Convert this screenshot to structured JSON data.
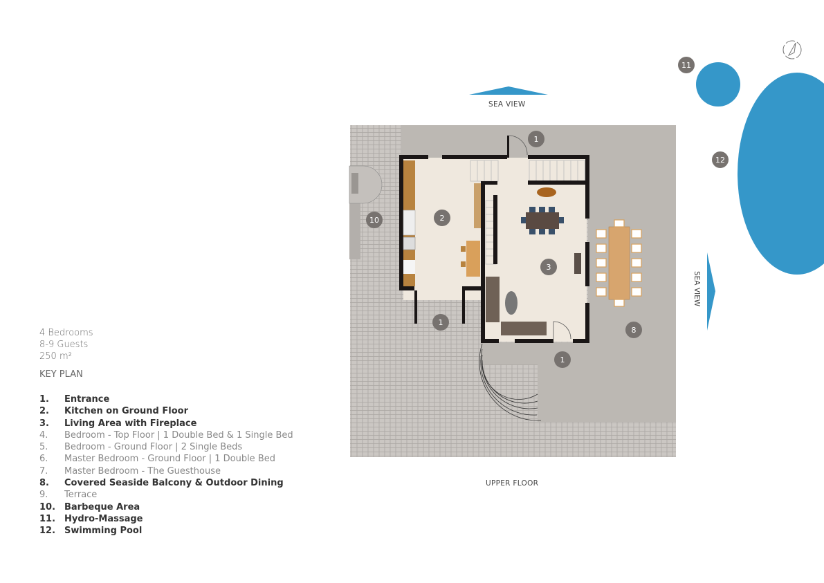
{
  "summary": {
    "bedrooms": "4 Bedrooms",
    "guests": "8-9 Guests",
    "area": "250 m²"
  },
  "key_title": "KEY PLAN",
  "key_items": [
    {
      "num": "1.",
      "label": "Entrance",
      "bold": true
    },
    {
      "num": "2.",
      "label": "Kitchen on Ground Floor",
      "bold": true
    },
    {
      "num": "3.",
      "label": "Living Area with Fireplace",
      "bold": true
    },
    {
      "num": "4.",
      "label": "Bedroom - Top Floor | 1 Double Bed & 1 Single Bed",
      "bold": false
    },
    {
      "num": "5.",
      "label": "Bedroom - Ground Floor | 2 Single Beds",
      "bold": false
    },
    {
      "num": "6.",
      "label": "Master Bedroom - Ground Floor | 1 Double Bed",
      "bold": false
    },
    {
      "num": "7.",
      "label": "Master Bedroom - The Guesthouse",
      "bold": false
    },
    {
      "num": "8.",
      "label": "Covered Seaside Balcony & Outdoor Dining",
      "bold": true
    },
    {
      "num": "9.",
      "label": "Terrace",
      "bold": false
    },
    {
      "num": "10.",
      "label": "Barbeque Area",
      "bold": true
    },
    {
      "num": "11.",
      "label": "Hydro-Massage",
      "bold": true
    },
    {
      "num": "12.",
      "label": "Swimming Pool",
      "bold": true
    }
  ],
  "plan": {
    "floor_label": "UPPER FLOOR",
    "sea_view_top": "SEA VIEW",
    "sea_view_right": "SEA VIEW",
    "markers": [
      "1",
      "1",
      "1",
      "2",
      "3",
      "8",
      "10",
      "11",
      "12"
    ]
  },
  "colors": {
    "pool": "#3597c9",
    "marker": "#77726f",
    "wall": "#1a1616",
    "interior": "#efe8de",
    "deck": "#bcb8b3",
    "paving": "#c8c4c0"
  }
}
